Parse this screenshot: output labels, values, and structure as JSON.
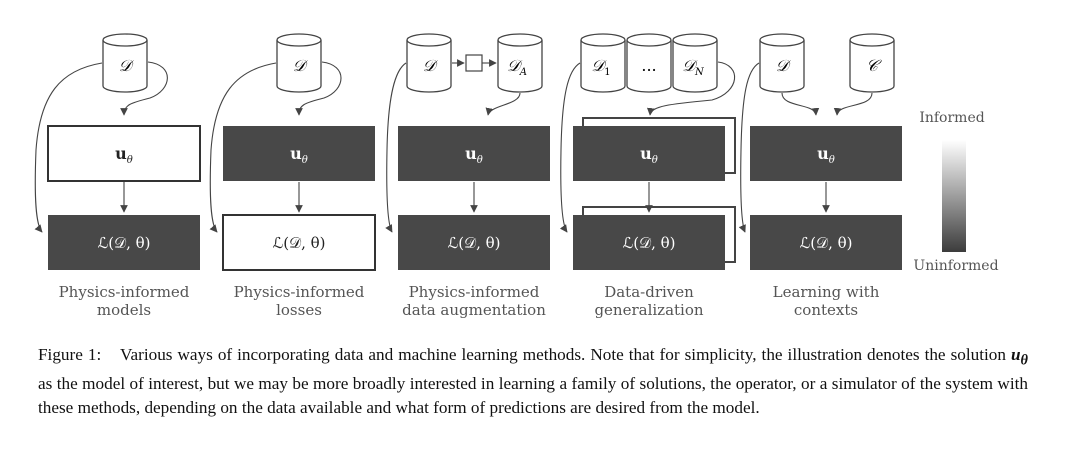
{
  "legend": {
    "top": "Informed",
    "bottom": "Uninformed"
  },
  "panels": [
    {
      "id": "p1",
      "caption_lines": [
        "Physics-informed",
        "models"
      ],
      "datasets": [
        "𝒟"
      ],
      "model": "u",
      "loss": "ℒ(𝒟, θ)"
    },
    {
      "id": "p2",
      "caption_lines": [
        "Physics-informed",
        "losses"
      ],
      "datasets": [
        "𝒟"
      ],
      "model": "u",
      "loss": "ℒ(𝒟, θ)"
    },
    {
      "id": "p3",
      "caption_lines": [
        "Physics-informed",
        "data augmentation"
      ],
      "datasets": [
        "𝒟",
        "𝒟"
      ],
      "dataset_subscripts": [
        "",
        "A"
      ],
      "model": "u",
      "loss": "ℒ(𝒟, θ)"
    },
    {
      "id": "p4",
      "caption_lines": [
        "Data-driven",
        "generalization"
      ],
      "datasets": [
        "𝒟",
        "...",
        "𝒟"
      ],
      "dataset_subscripts": [
        "1",
        "",
        "N"
      ],
      "model": "u",
      "loss": "ℒ(𝒟, θ)"
    },
    {
      "id": "p5",
      "caption_lines": [
        "Learning with",
        "contexts"
      ],
      "datasets": [
        "𝒟",
        "𝒞"
      ],
      "model": "u",
      "loss": "ℒ(𝒟, θ)"
    }
  ],
  "model_subscript": "θ",
  "caption": {
    "label": "Figure 1:",
    "text_before": "Various ways of incorporating data and machine learning methods. Note that for simplicity, the illustration denotes the solution",
    "symbol": "u",
    "symbol_subscript": "θ",
    "text_after": "as the model of interest, but we may be more broadly interested in learning a family of solutions, the operator, or a simulator of the system with these methods, depending on the data available and what form of predictions are desired from the model."
  }
}
